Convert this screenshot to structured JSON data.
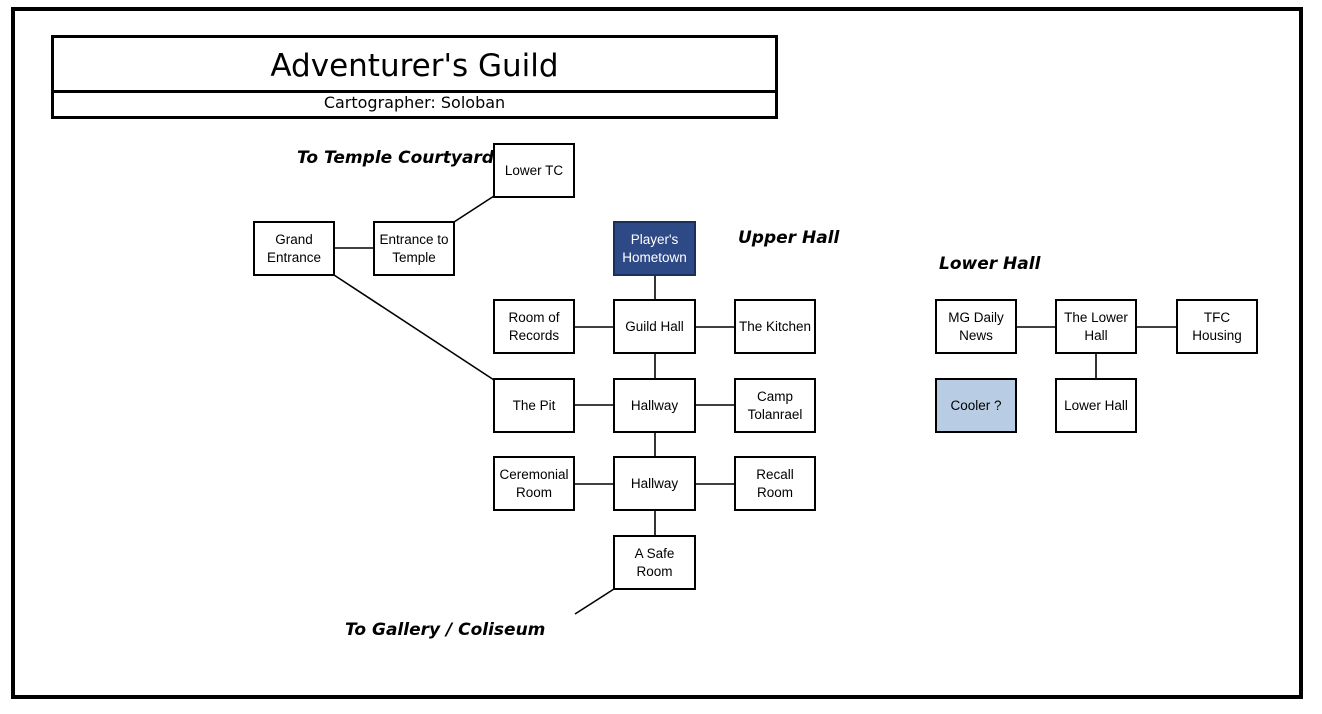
{
  "header": {
    "title": "Adventurer's Guild",
    "subtitle": "Cartographer: Soloban"
  },
  "labels": {
    "to_temple_courtyard": "To Temple Courtyard",
    "upper_hall": "Upper Hall",
    "lower_hall": "Lower Hall",
    "to_gallery_coliseum": "To Gallery / Coliseum"
  },
  "rooms": {
    "lower_tc": "Lower TC",
    "grand_entrance": "Grand\nEntrance",
    "entrance_to_temple": "Entrance to\nTemple",
    "players_hometown": "Player's\nHometown",
    "room_of_records": "Room of\nRecords",
    "guild_hall": "Guild Hall",
    "the_kitchen": "The Kitchen",
    "the_pit": "The Pit",
    "hallway_1": "Hallway",
    "camp_tolanrael": "Camp\nTolanrael",
    "ceremonial_room": "Ceremonial\nRoom",
    "hallway_2": "Hallway",
    "recall_room": "Recall\nRoom",
    "a_safe_room": "A Safe\nRoom",
    "mg_daily_news": "MG Daily\nNews",
    "the_lower_hall": "The Lower\nHall",
    "tfc_housing": "TFC\nHousing",
    "cooler": "Cooler ?",
    "lower_hall_room": "Lower Hall"
  },
  "colors": {
    "hometown_fill": "#2e4a86",
    "cooler_fill": "#b8cce4"
  }
}
